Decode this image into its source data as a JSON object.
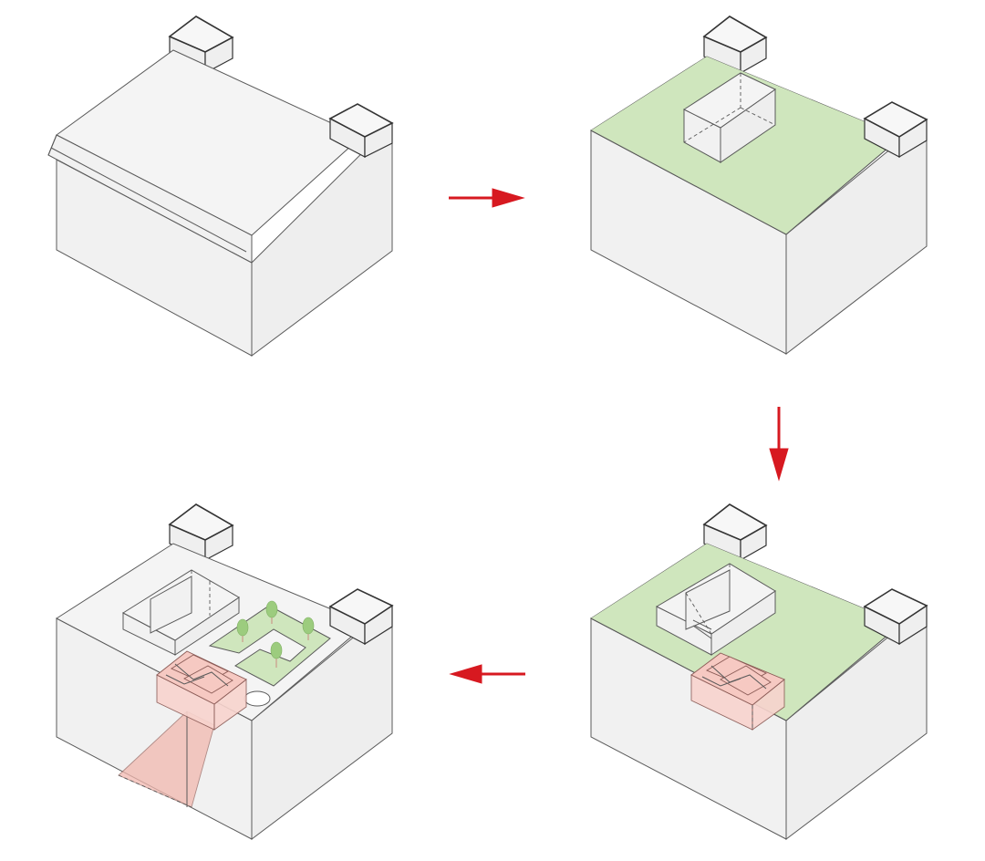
{
  "diagram": {
    "panels": [
      {
        "id": "original-building",
        "stage": 1
      },
      {
        "id": "green-roof-terrace",
        "stage": 2
      },
      {
        "id": "pink-volume-added",
        "stage": 3
      },
      {
        "id": "courtyard-and-beam",
        "stage": 4
      }
    ],
    "flow": [
      "right",
      "down",
      "left"
    ],
    "colors": {
      "outline": "#5a5a5a",
      "wall": "#f1f1f1",
      "green_roof": "#cfe6bd",
      "new_volume": "#f6c9c2",
      "tree": "#9ccc7e",
      "arrow": "#d71920"
    },
    "icons": [
      "arrow-right-icon",
      "arrow-down-icon",
      "arrow-left-icon",
      "tree-icon"
    ]
  }
}
